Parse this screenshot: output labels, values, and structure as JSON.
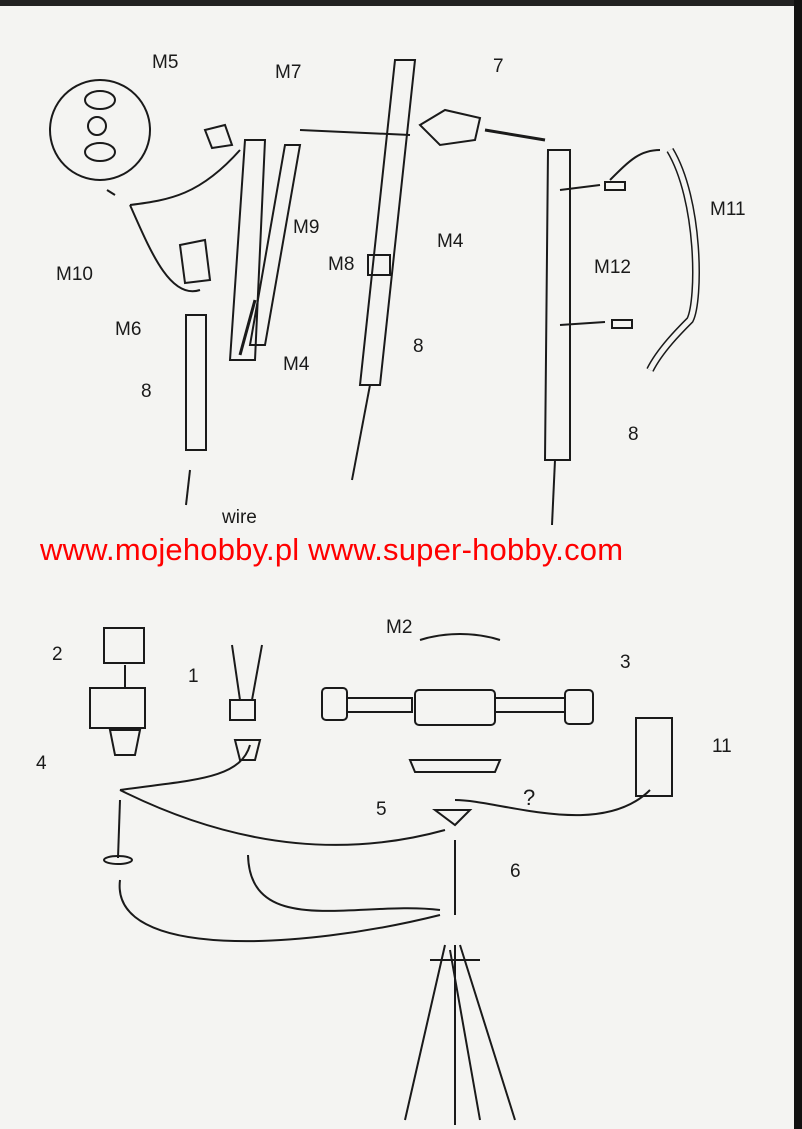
{
  "watermark": "www.mojehobby.pl www.super-hobby.com",
  "upper_labels": {
    "m5": "M5",
    "m7": "M7",
    "seven": "7",
    "m11": "M11",
    "m10": "M10",
    "m9": "M9",
    "m8": "M8",
    "m4_center": "M4",
    "m12": "M12",
    "m6": "M6",
    "m4_left": "M4",
    "eight_center": "8",
    "eight_left": "8",
    "eight_right": "8",
    "wire": "wire"
  },
  "lower_labels": {
    "m2": "M2",
    "two": "2",
    "one": "1",
    "three": "3",
    "four": "4",
    "eleven": "11",
    "five": "5",
    "question": "?",
    "six": "6"
  }
}
